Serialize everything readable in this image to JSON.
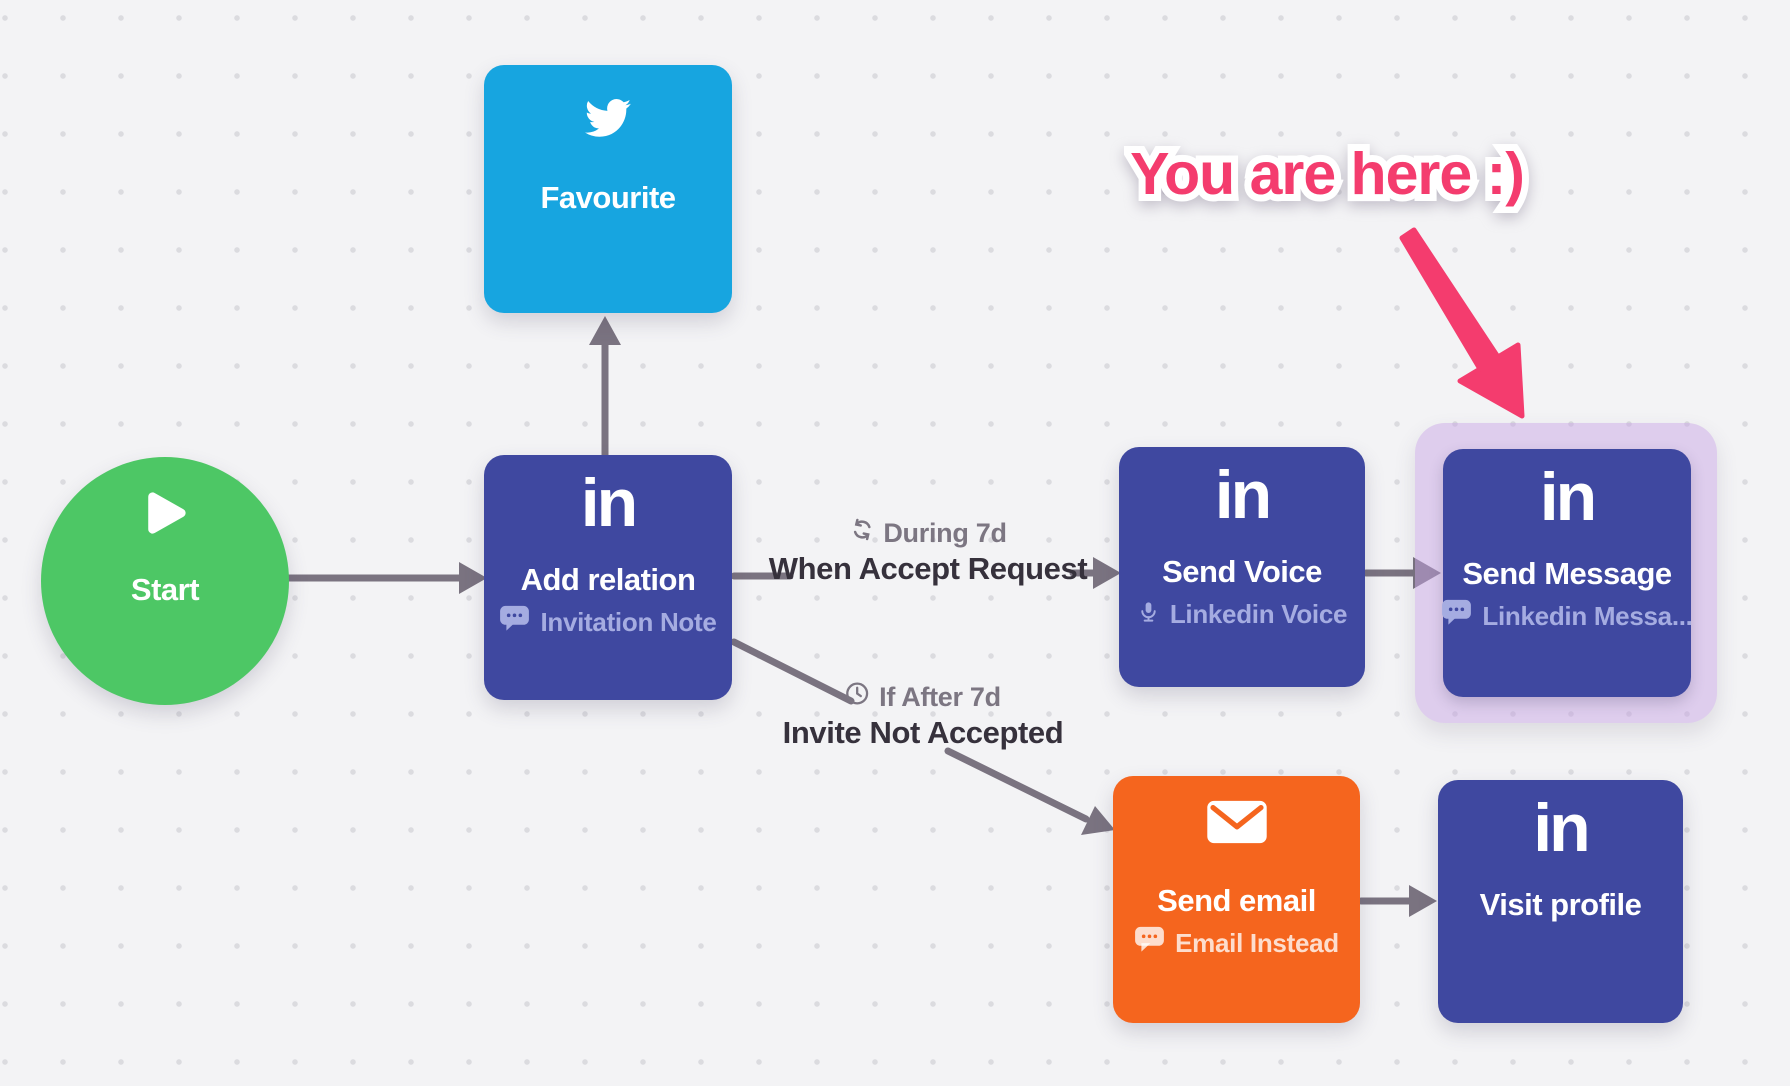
{
  "canvas": {
    "background": "#F3F3F5",
    "dot_color": "#DBDBDF"
  },
  "annotation": {
    "text": "You are here :)",
    "color": "#F43C6E"
  },
  "nodes": {
    "start": {
      "label": "Start",
      "color": "#4DC765",
      "icon": "play-icon"
    },
    "favourite": {
      "label": "Favourite",
      "color": "#17A5E0",
      "icon": "twitter-icon"
    },
    "add_relation": {
      "logo": "in",
      "title": "Add relation",
      "subtitle": "Invitation Note",
      "color": "#3F48A0"
    },
    "send_voice": {
      "logo": "in",
      "title": "Send Voice",
      "subtitle": "Linkedin Voice",
      "color": "#3F48A0"
    },
    "send_message": {
      "logo": "in",
      "title": "Send Message",
      "subtitle": "Linkedin Messa...",
      "color": "#3F48A0",
      "selected": true,
      "highlight_color": "#E2D3F0"
    },
    "send_email": {
      "title": "Send email",
      "subtitle": "Email Instead",
      "color": "#F5651E",
      "icon": "envelope-icon"
    },
    "visit_profile": {
      "logo": "in",
      "title": "Visit profile",
      "color": "#3F48A0"
    }
  },
  "edges": {
    "when_accept": {
      "condition": "During 7d",
      "label": "When Accept Request"
    },
    "invite_not_accepted": {
      "condition": "If After 7d",
      "label": "Invite Not Accepted"
    },
    "connector_color": "#7A7380"
  }
}
